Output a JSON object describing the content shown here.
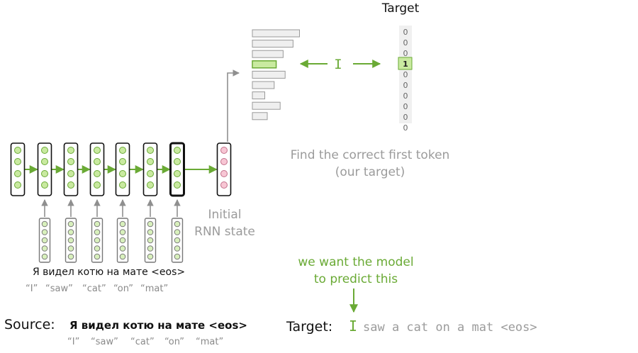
{
  "target_column": {
    "header": "Target",
    "values": [
      "0",
      "0",
      "0",
      "1",
      "0",
      "0",
      "0",
      "0",
      "0",
      "0"
    ],
    "highlight_index": 3
  },
  "predicted_token": "I",
  "output_distribution": {
    "values": [
      0.95,
      0.82,
      0.62,
      0.48,
      0.66,
      0.44,
      0.25,
      0.56,
      0.3
    ],
    "highlight_index": 3
  },
  "caption_find": {
    "line1": "Find the correct first token",
    "line2": "(our target)"
  },
  "initial_state_label": {
    "line1": "Initial",
    "line2": "RNN state"
  },
  "source_sentence": "Я видел котю на мате <eos>",
  "source_gloss": [
    "“I”",
    "“saw”",
    "“cat”",
    "“on”",
    "“mat”"
  ],
  "want_note": {
    "line1": "we want the model",
    "line2": "to predict this"
  },
  "bottom_source": {
    "label": "Source:",
    "sentence": "Я видел котю на мате <eos>",
    "gloss": [
      "“I”",
      "“saw”",
      "“cat”",
      "“on”",
      "“mat”"
    ]
  },
  "bottom_target": {
    "label": "Target:",
    "first_token": "I",
    "rest": "saw a cat on a mat <eos>"
  },
  "colors": {
    "green": "#6aaa35",
    "green_fill": "#c9eaa0",
    "pink_fill": "#f7c6d4",
    "gray": "#8f8f8f",
    "bar_fill": "#efefef"
  }
}
